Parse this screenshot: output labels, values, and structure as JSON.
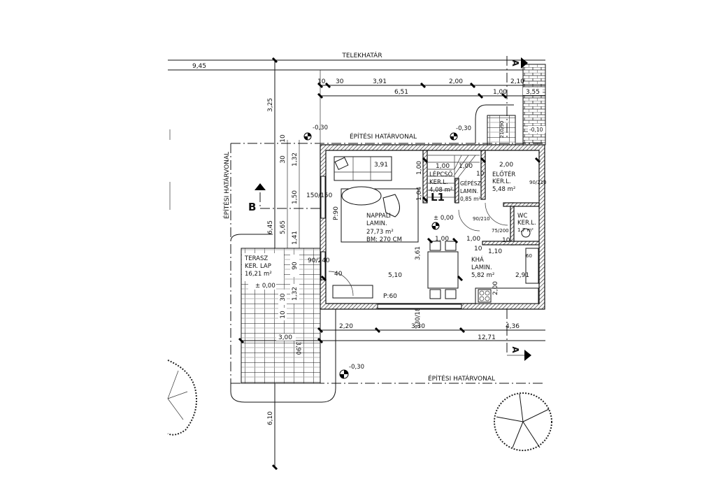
{
  "plan": {
    "plot_line_label": "TELEKHATÁR",
    "building_line_label": "ÉPÍTÉSI HATÁRVONAL",
    "section_a": "A",
    "section_b": "B",
    "stair_mark": "L1",
    "levels": {
      "outside_top_left": "-0,30",
      "outside_top_right": "-0,30",
      "outside_right": "-0,10",
      "outside_bottom": "-0,30",
      "interior": "± 0,00",
      "terrace": "± 0,00"
    },
    "dimensions": {
      "top_left": "9,45",
      "left_vertical_top": "3,25",
      "left_vertical_mid": "6,45",
      "left_vertical_mid2": "5,65",
      "left_vertical_bottom": "6,10",
      "top_row1": [
        "10",
        "30",
        "3,91",
        "2,00",
        "2,10"
      ],
      "top_row2": [
        "6,51",
        "1,00",
        "3,55"
      ],
      "left_chain": [
        "10",
        "30",
        "1,32",
        "1,50",
        "1,41",
        "90",
        "1,32",
        "30",
        "10"
      ],
      "bottom_row1": [
        "2,20",
        "3,30",
        "4,36"
      ],
      "bottom_row2": [
        "3,00",
        "12,71"
      ],
      "terrace_vertical": "3,90",
      "door_bottom": "330/180",
      "window_left": "150/150",
      "door_left": "90/240",
      "interior": [
        "3,91",
        "1,00",
        "1,04",
        "3,61",
        "5,10",
        "1,00",
        "1,00",
        "1,00",
        "1,00",
        "2,00",
        "1,10",
        "2,91",
        "2,00",
        "10",
        "10",
        "10",
        "40"
      ],
      "openings": [
        "P:90",
        "P:60",
        "90/210",
        "90/210",
        "75/200",
        "60",
        "210/90"
      ]
    },
    "rooms": [
      {
        "name": "NAPPALI",
        "floor": "LAMIN.",
        "area": "27,73 m²",
        "height": "BM: 270 CM"
      },
      {
        "name": "LÉPCSŐ",
        "floor": "KER.L.",
        "area": "4,08 m²"
      },
      {
        "name": "GÉPÉSZ",
        "floor": "LAMIN.",
        "area": "0,85 m²"
      },
      {
        "name": "ELŐTÉR",
        "floor": "KER.L.",
        "area": "5,48 m²"
      },
      {
        "name": "WC",
        "floor": "KER.L.",
        "area": "1,7 m²"
      },
      {
        "name": "KHÁ",
        "floor": "LAMIN.",
        "area": "5,82 m²"
      },
      {
        "name": "TERASZ",
        "floor": "KER. LAP",
        "area": "16,21 m²"
      }
    ]
  }
}
